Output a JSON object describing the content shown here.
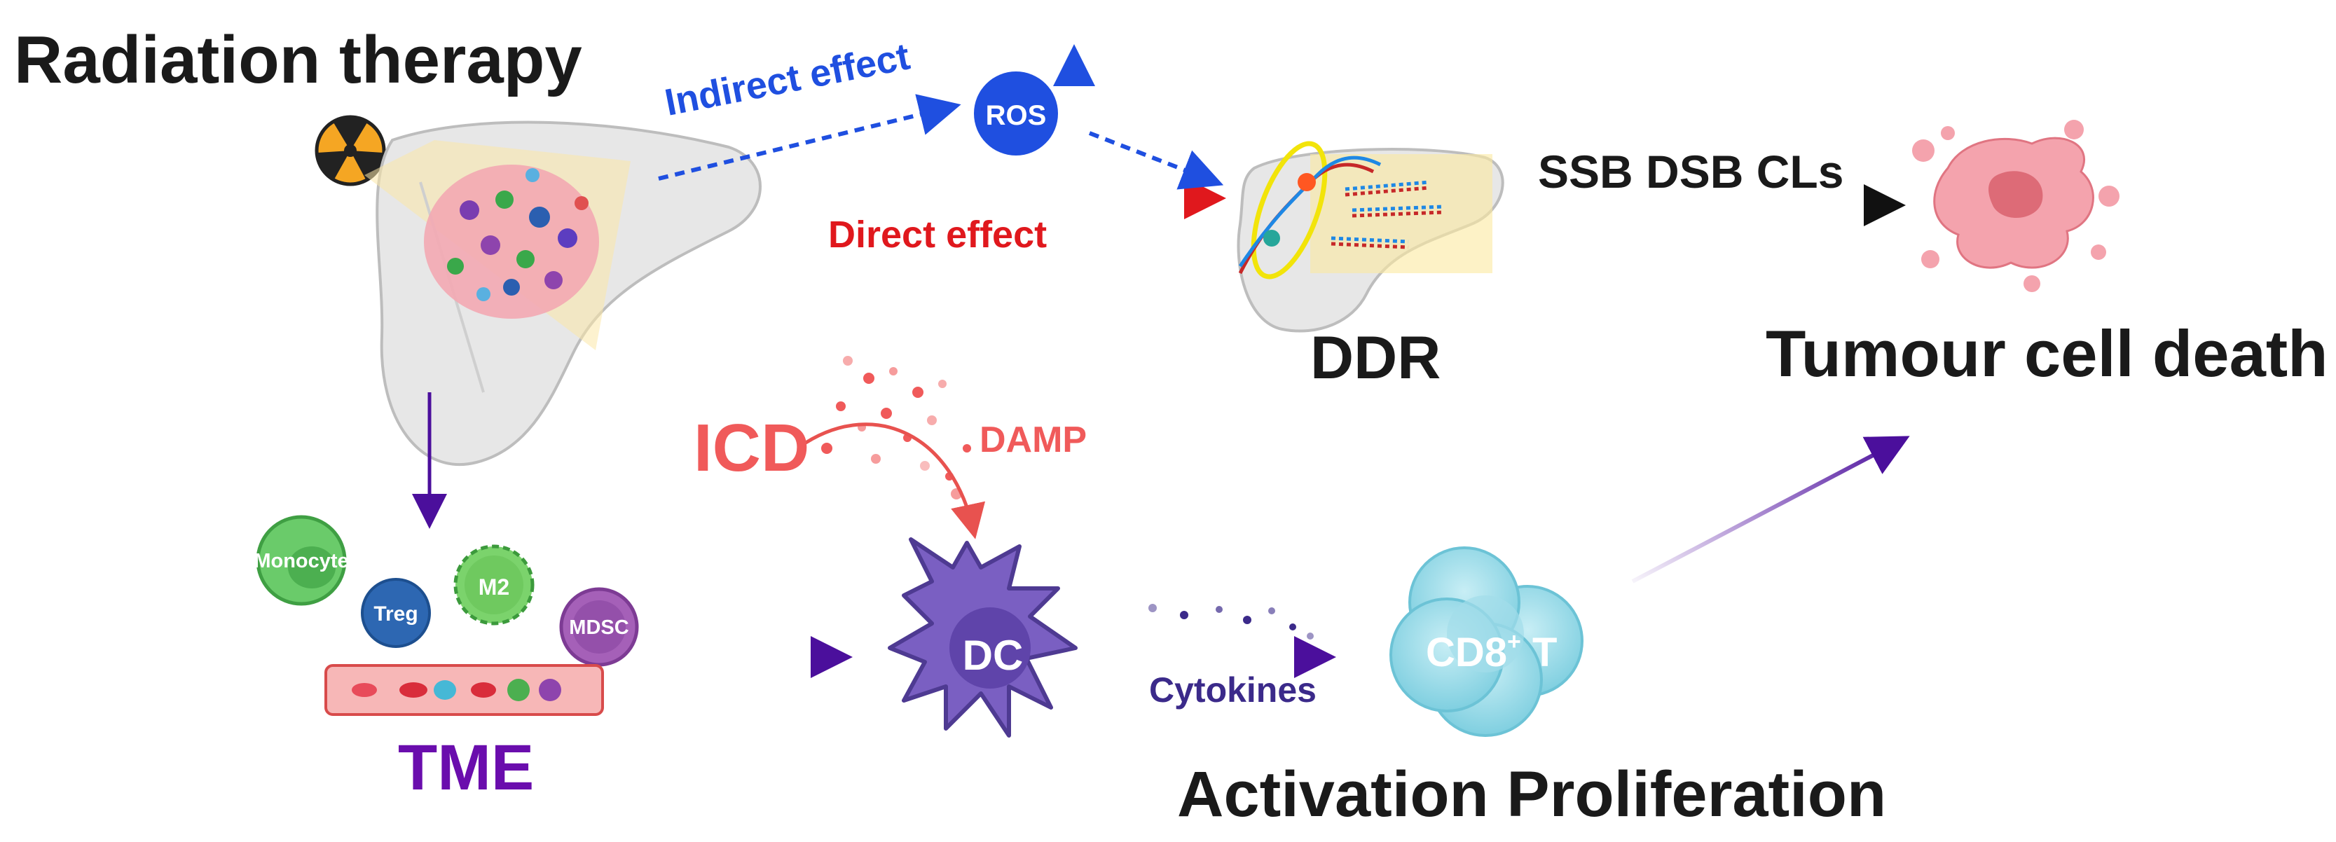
{
  "labels": {
    "radiation_therapy": "Radiation therapy",
    "indirect_effect": "Indirect effect",
    "ros": "ROS",
    "direct_effect": "Direct effect",
    "ssb_dsb_cls": "SSB DSB CLs",
    "ddr": "DDR",
    "tumour_cell_death": "Tumour cell death",
    "icd": "ICD",
    "damp": "DAMP",
    "monocyte": "Monocyte",
    "treg": "Treg",
    "m2": "M2",
    "mdsc": "MDSC",
    "tme": "TME",
    "dc": "DC",
    "cytokines": "Cytokines",
    "cd8_t_base": "CD8",
    "cd8_t_sup": "+",
    "cd8_t_tail": " T",
    "activation_proliferation": "Activation Proliferation"
  },
  "icons": {
    "radiation": "radiation-hazard-icon",
    "liver": "liver-illustration",
    "dna": "dna-damage-illustration",
    "dead_cell": "fragmented-tumour-cell-icon"
  },
  "colors": {
    "direct": "#e0181d",
    "indirect": "#1f4fe0",
    "immune_path": "#5b1aa6",
    "icd": "#f05a5a",
    "text_dark": "#1a1a1a"
  }
}
